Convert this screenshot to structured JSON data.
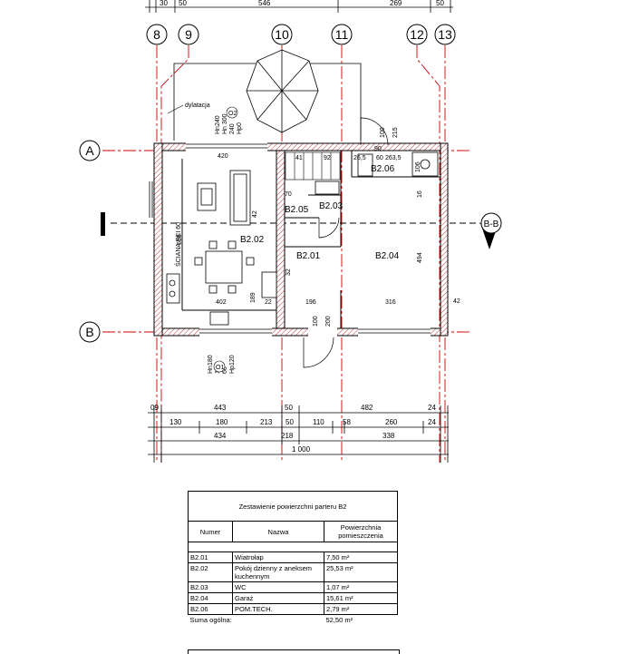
{
  "grid_axes": {
    "vertical": [
      "8",
      "9",
      "10",
      "11",
      "12",
      "13"
    ],
    "horizontal": [
      "A",
      "B"
    ],
    "section": "B-B"
  },
  "top_dimensions": [
    "30",
    "50",
    "546",
    "269",
    "50"
  ],
  "rooms": {
    "b201": "B2.01",
    "b202": "B2.02",
    "b203": "B2.03",
    "b204": "B2.04",
    "b205": "B2.05",
    "b206": "B2.06"
  },
  "plan_labels": {
    "dylatacja": "dylatacja",
    "wall": "ŚCIANA REI 60",
    "window_top": [
      "Hn240",
      "Hn 300",
      "240",
      "Hp0"
    ],
    "window_top_id": "O2",
    "window_bottom": [
      "Hn180",
      "180",
      "60",
      "Hp120"
    ],
    "window_bottom_id": "O1"
  },
  "inner_dimensions": {
    "d420": "420",
    "d402": "402",
    "d189": "189",
    "d22": "22",
    "d196": "196",
    "d316": "316",
    "d616": "616",
    "d42a": "42",
    "d494": "494",
    "d42b": "42",
    "d100a": "100",
    "d215": "215",
    "d90a": "90",
    "d60a": "60",
    "d26": "26,5",
    "d2635": "263,5",
    "d106": "106",
    "d16": "16",
    "d100b": "100",
    "d200": "200",
    "d32": "32",
    "d41": "41",
    "d92": "92",
    "d70": "70"
  },
  "bottom_dimensions": {
    "row1": [
      "09",
      "443",
      "50",
      "482",
      "24"
    ],
    "row2": [
      "130",
      "180",
      "213",
      "50",
      "110",
      "58",
      "260",
      "24"
    ],
    "row3": [
      "434",
      "218",
      "338"
    ],
    "row4": [
      "1 000"
    ]
  },
  "area_table": {
    "title": "Zestawienie powierzchni parteru B2",
    "headers": [
      "Numer",
      "Nazwa",
      "Powierzchnia pomieszczenia"
    ],
    "rows": [
      {
        "number": "B2.01",
        "name": "Wiatrołap",
        "area": "7,50 m²"
      },
      {
        "number": "B2.02",
        "name": "Pokój dzienny z aneksem kuchennym",
        "area": "25,53 m²"
      },
      {
        "number": "B2.03",
        "name": "WC",
        "area": "1,07 m²"
      },
      {
        "number": "B2.04",
        "name": "Garaż",
        "area": "15,61 m²"
      },
      {
        "number": "B2.06",
        "name": "POM.TECH.",
        "area": "2,79 m²"
      }
    ],
    "total_label": "Suma ogólna:",
    "total_value": "52,50 m²"
  }
}
